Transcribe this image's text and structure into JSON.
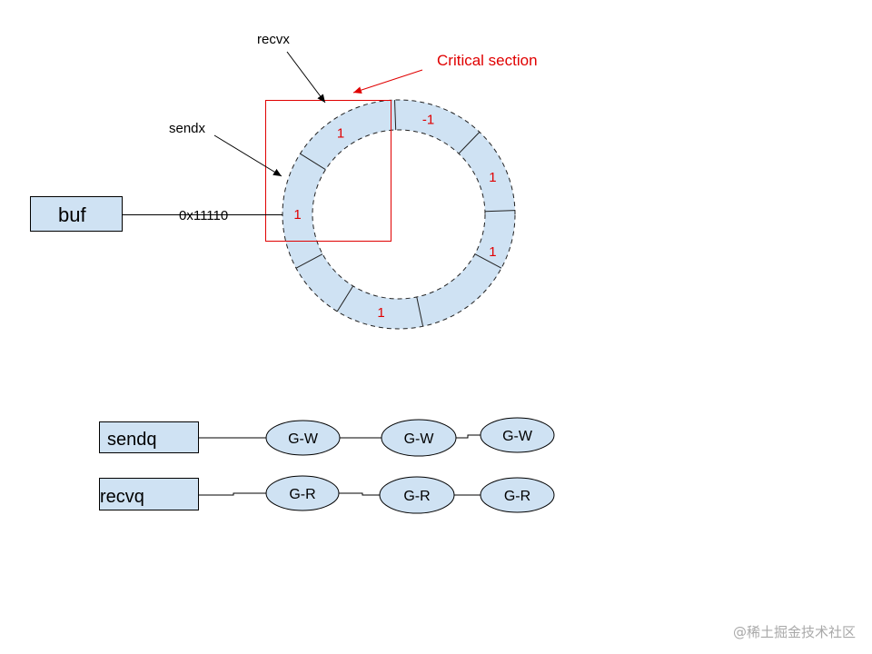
{
  "buf": {
    "label": "buf",
    "address": "0x11110"
  },
  "pointers": {
    "recvx": "recvx",
    "sendx": "sendx"
  },
  "critical_section": {
    "label": "Critical section",
    "color": "#e00000"
  },
  "ring": {
    "fill": "#cfe2f3",
    "slots": [
      {
        "index": 0,
        "value": "1"
      },
      {
        "index": 1,
        "value": "-1"
      },
      {
        "index": 2,
        "value": "1"
      },
      {
        "index": 3,
        "value": "1"
      },
      {
        "index": 4,
        "value": ""
      },
      {
        "index": 5,
        "value": "1"
      },
      {
        "index": 6,
        "value": ""
      },
      {
        "index": 7,
        "value": "1"
      }
    ]
  },
  "sendq": {
    "label": "sendq",
    "nodes": [
      "G-W",
      "G-W",
      "G-W"
    ]
  },
  "recvq": {
    "label": "recvq",
    "nodes": [
      "G-R",
      "G-R",
      "G-R"
    ]
  },
  "watermark": "@稀土掘金技术社区"
}
